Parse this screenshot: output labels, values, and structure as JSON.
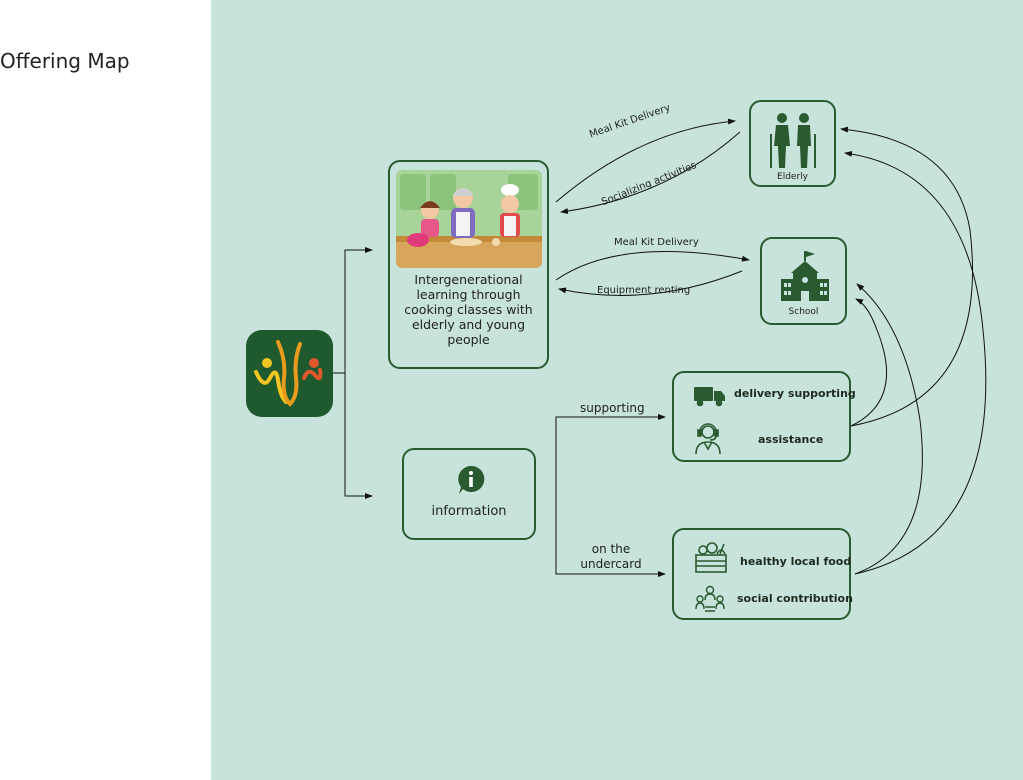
{
  "page": {
    "title": "Offering Map"
  },
  "nodes": {
    "cooking": {
      "text": "Intergenerational learning through cooking classes with elderly and young people"
    },
    "info": {
      "text": "information",
      "icon": "info-bubble-icon"
    },
    "elderly": {
      "text": "Elderly",
      "icon": "elderly-couple-icon"
    },
    "school": {
      "text": "School",
      "icon": "school-building-icon"
    },
    "support_group": {
      "items": [
        {
          "text": "delivery supporting",
          "icon": "delivery-truck-icon"
        },
        {
          "text": "assistance",
          "icon": "headset-agent-icon"
        }
      ]
    },
    "undercard_group": {
      "items": [
        {
          "text": "healthy local food",
          "icon": "vegetable-crate-icon"
        },
        {
          "text": "social contribution",
          "icon": "people-group-icon"
        }
      ]
    }
  },
  "edges": {
    "meal_kit_elderly": "Meal Kit Delivery",
    "socializing": "Socializing activities",
    "meal_kit_school": "Meal Kit Delivery",
    "equipment": "Equipment renting",
    "supporting": "supporting",
    "undercard": "on the undercard"
  },
  "colors": {
    "canvas": "#c7e3dc",
    "border": "#2a5a2f",
    "logo_bg": "#1f5a2e"
  }
}
